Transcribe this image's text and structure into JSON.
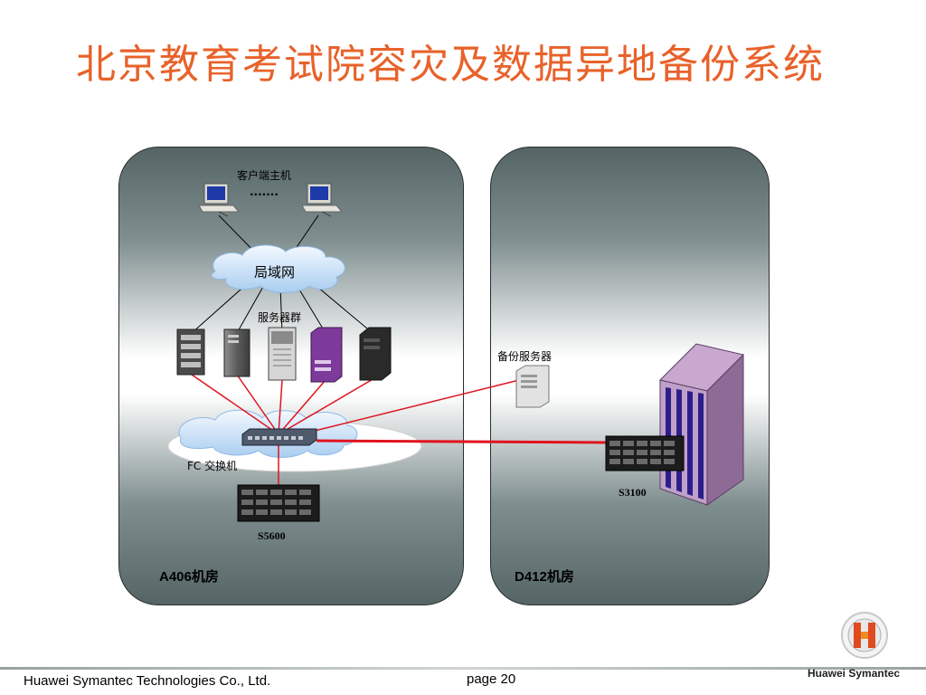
{
  "title": "北京教育考试院容灾及数据异地备份系统",
  "labels": {
    "clients": "客户端主机",
    "ellipsis": "·······",
    "lan": "局域网",
    "server_group": "服务器群",
    "backup_server": "备份服务器",
    "fc_switch": "FC 交换机",
    "s5600": "S5600",
    "s3100": "S3100",
    "room_a": "A406机房",
    "room_d": "D412机房"
  },
  "footer": {
    "company": "Huawei Symantec Technologies Co., Ltd.",
    "page": "page 20",
    "brand": "Huawei Symantec"
  },
  "colors": {
    "title": "#e8622a",
    "fc_link": "#e0141e",
    "lan_link": "#000000"
  }
}
